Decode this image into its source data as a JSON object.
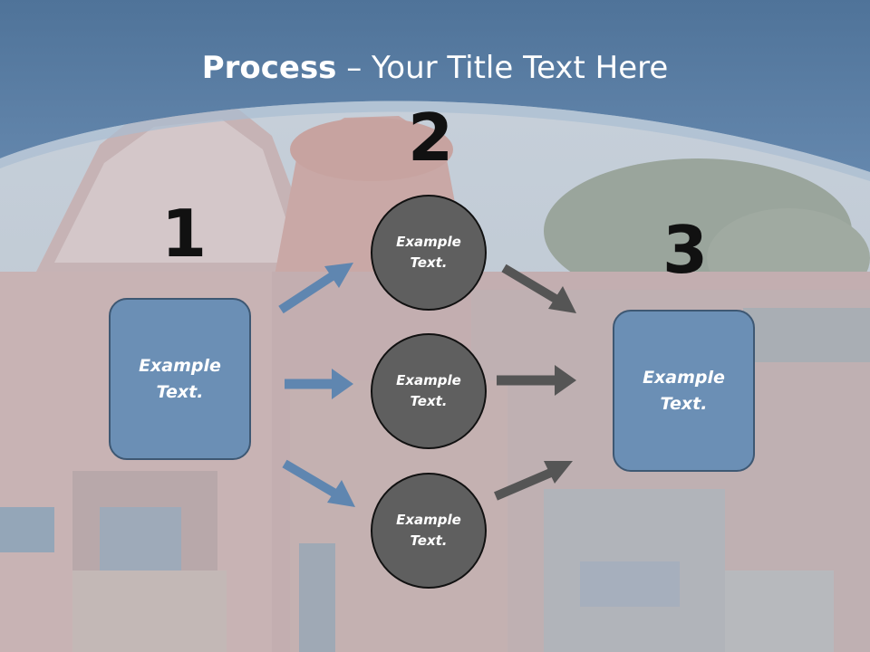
{
  "title": {
    "bold": "Process",
    "rest": " – Your Title Text Here"
  },
  "steps": [
    {
      "number": "1",
      "label": "Example Text."
    },
    {
      "number": "2",
      "label": "Example Text."
    },
    {
      "number": "3",
      "label": "Example Text."
    }
  ],
  "circles": [
    {
      "label": "Example Text."
    },
    {
      "label": "Example Text."
    },
    {
      "label": "Example Text."
    }
  ],
  "colors": {
    "header_blue": "#5479a0",
    "box_fill": "#6b8fb5",
    "circle_fill": "#5f5f5f",
    "blue_arrow": "#5f86b0",
    "gray_arrow": "#555555"
  }
}
